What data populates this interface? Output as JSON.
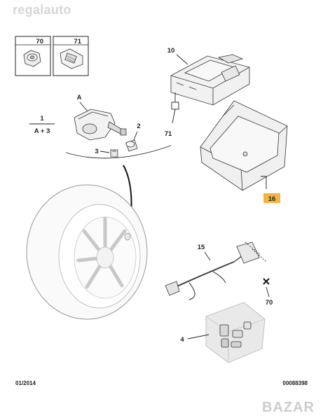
{
  "watermark": "regalauto",
  "site_watermark": "BAZAR",
  "footer": {
    "date": "01/2014",
    "ref": "00088398"
  },
  "legend_boxes": [
    {
      "label": "70"
    },
    {
      "label": "71"
    }
  ],
  "callouts": {
    "c1_top": "1",
    "c1_bottom": "A + 3",
    "a": "A",
    "n2": "2",
    "n3": "3",
    "n10": "10",
    "n71": "71",
    "n16": "16",
    "n15": "15",
    "n70": "70",
    "n4": "4"
  },
  "colors": {
    "highlight": "#f4b53c",
    "line": "#222222",
    "part_fill": "#f1f1f1",
    "box_fill": "#e9e9e9"
  }
}
